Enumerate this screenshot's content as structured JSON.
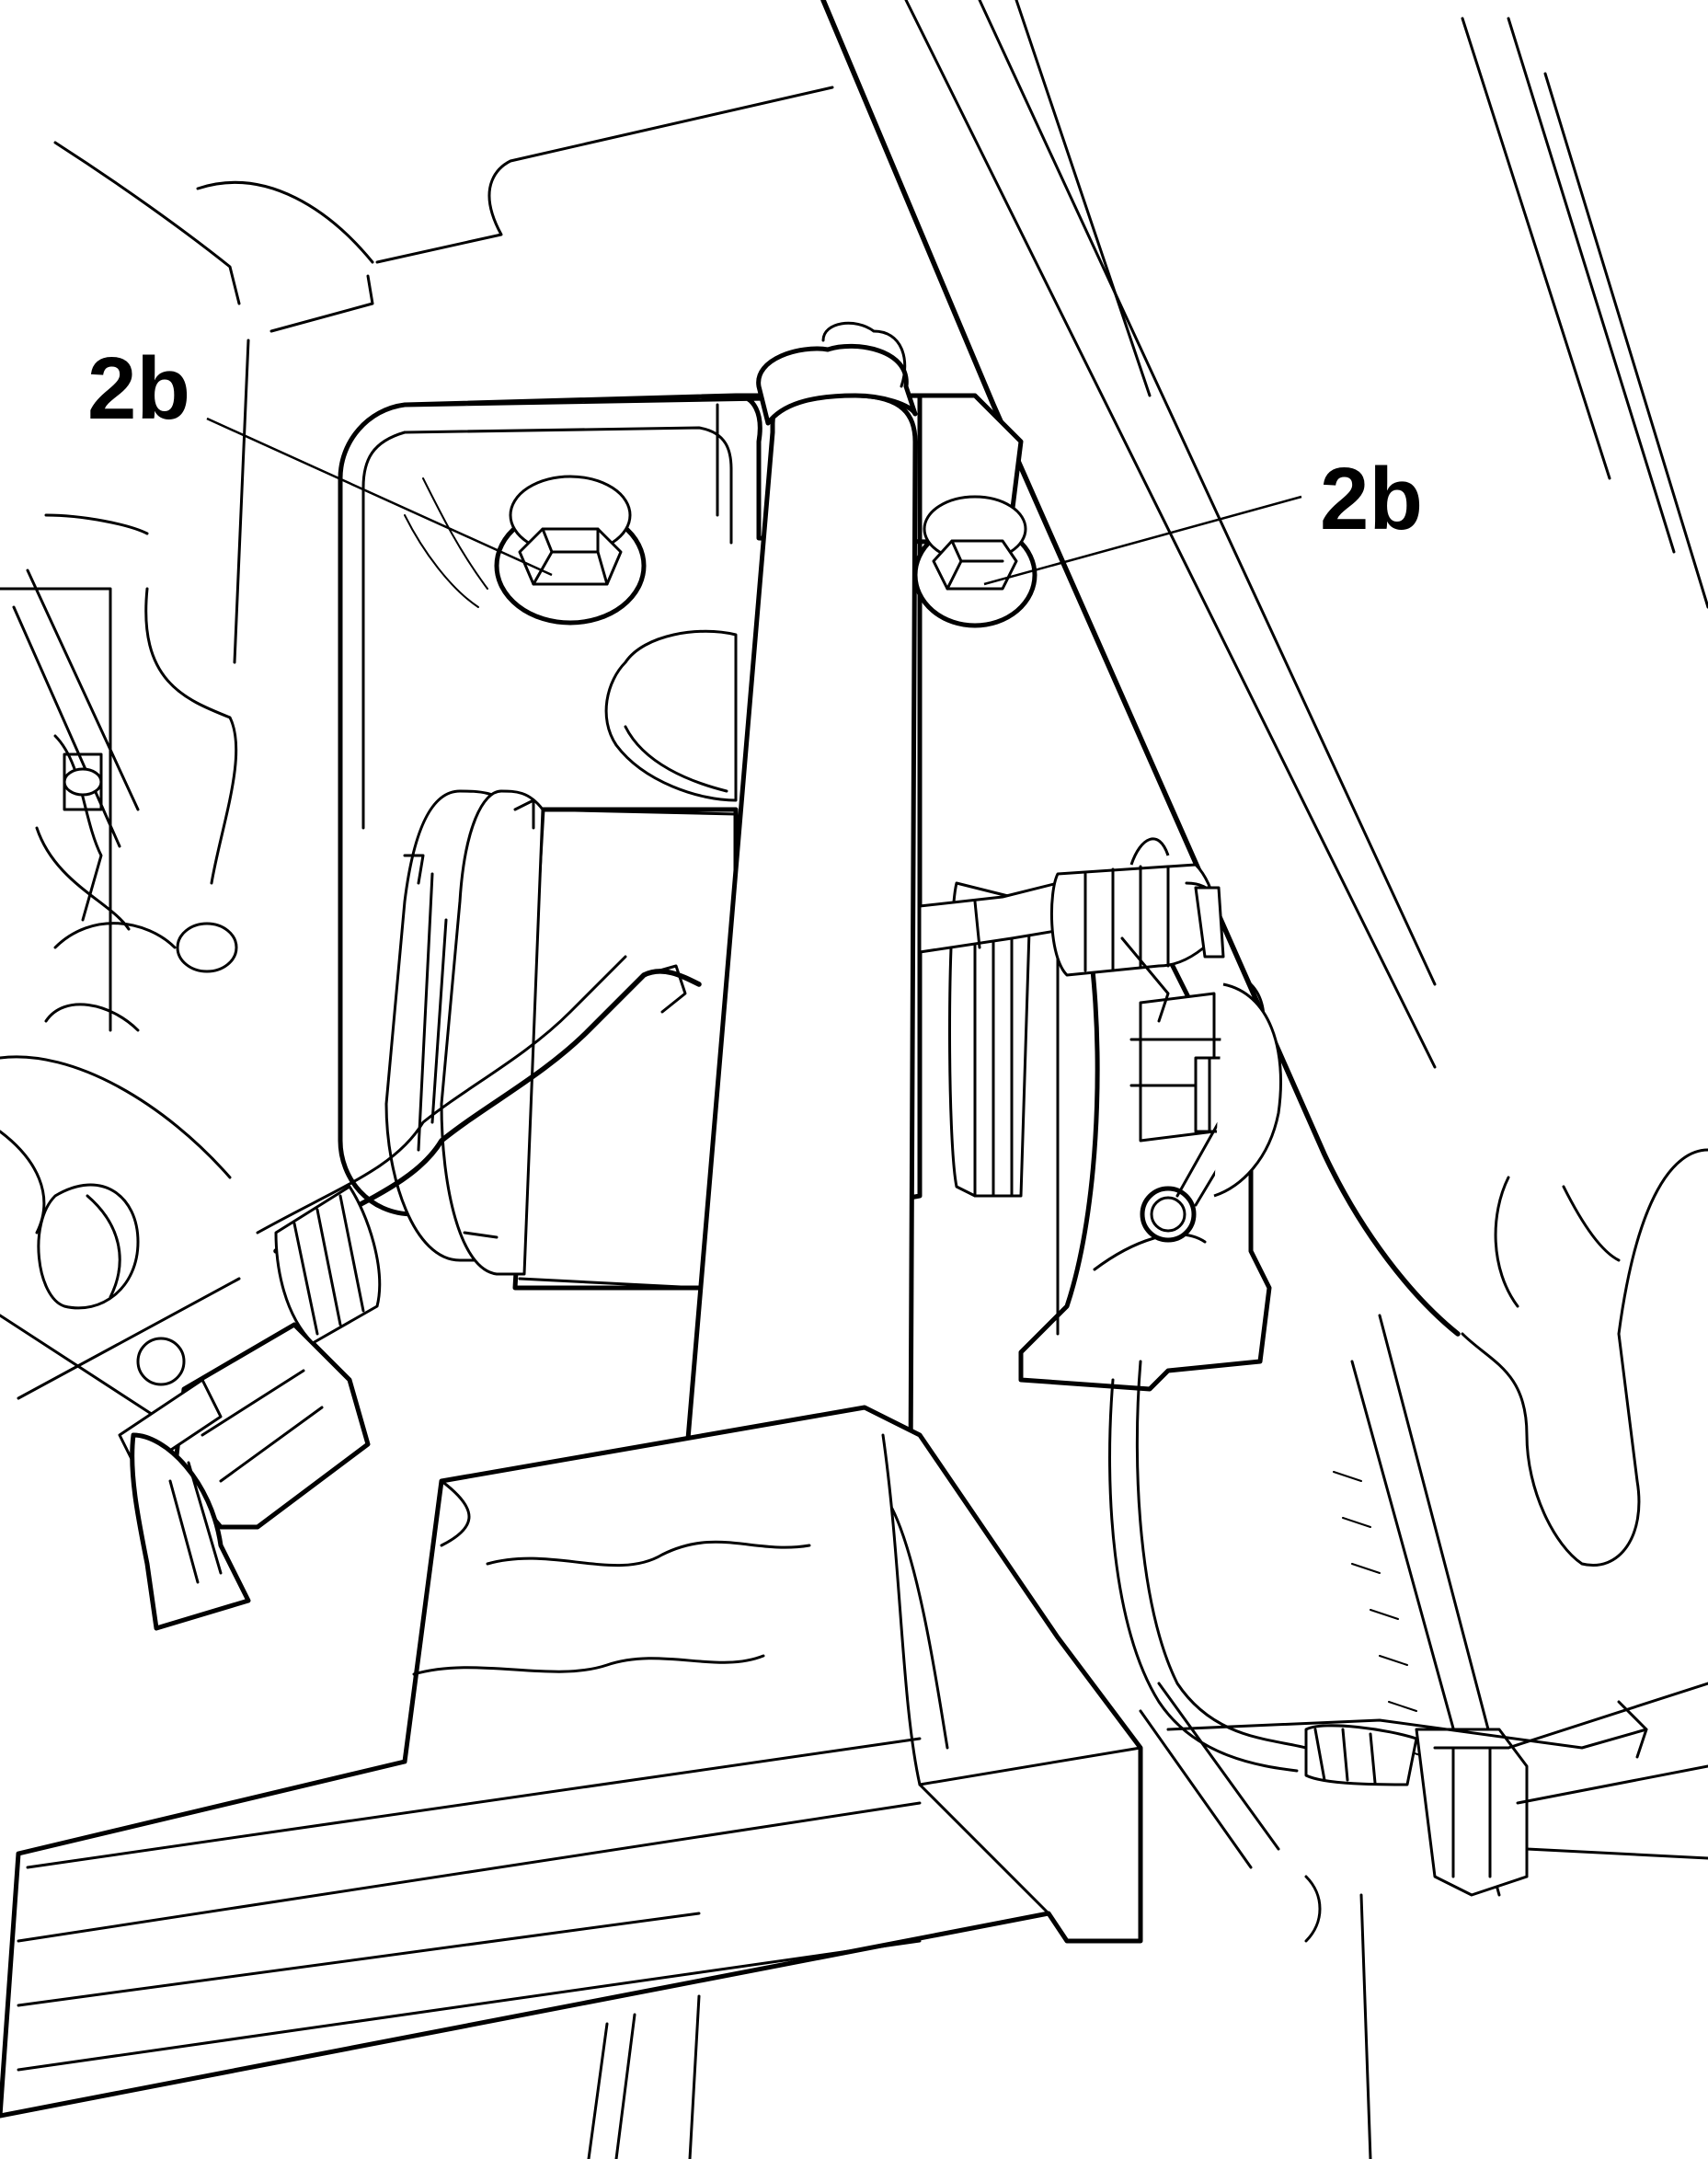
{
  "callouts": [
    {
      "id": "left",
      "text": "2b"
    },
    {
      "id": "right",
      "text": "2b"
    }
  ],
  "colors": {
    "line": "#000000",
    "background": "#ffffff"
  },
  "parts": [
    "bracket",
    "mounting-bolt",
    "mounting-bolt",
    "actuator-cylinder",
    "vertical-bar",
    "diagonal-frame-rail",
    "cable",
    "connector",
    "lower-housing"
  ]
}
